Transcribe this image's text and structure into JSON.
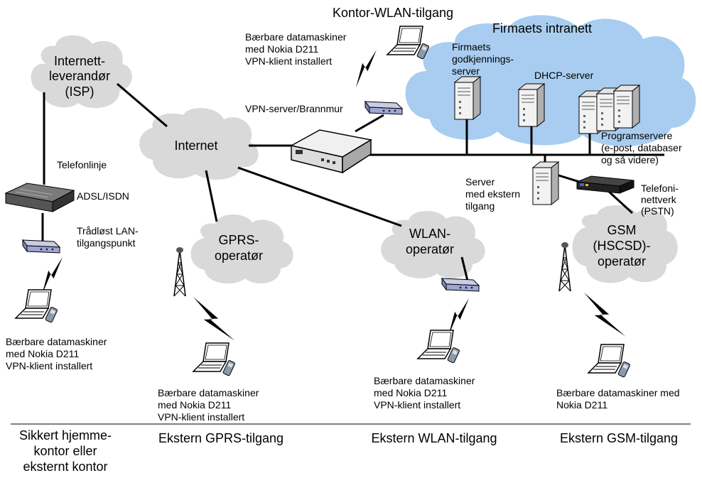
{
  "colors": {
    "cloud_gray": "#d9d9d9",
    "intranet_blue": "#a8cdf0",
    "line": "#000000"
  },
  "titles": {
    "office_wlan": "Kontor-WLAN-tilgang",
    "intranet": "Firmaets intranett"
  },
  "clouds": {
    "isp": [
      "Internett-",
      "leverandør",
      "(ISP)"
    ],
    "internet": "Internet",
    "gprs": [
      "GPRS-",
      "operatør"
    ],
    "wlan": [
      "WLAN-",
      "operatør"
    ],
    "gsm": [
      "GSM",
      "(HSCSD)-",
      "operatør"
    ]
  },
  "labels": {
    "laptops_top": [
      "Bærbare datamaskiner",
      "med Nokia D211",
      "VPN-klient installert"
    ],
    "vpn_server": "VPN-server/Brannmur",
    "auth_server": [
      "Firmaets",
      "godkjennings-",
      "server"
    ],
    "dhcp_server": "DHCP-server",
    "app_servers": [
      "Programservere",
      "(e-post, databaser",
      "og så videre)"
    ],
    "ext_server": [
      "Server",
      "med ekstern",
      "tilgang"
    ],
    "pstn": [
      "Telefoni-",
      "nettverk",
      "(PSTN)"
    ],
    "phone_line": "Telefonlinje",
    "adsl": "ADSL/ISDN",
    "wlan_ap": [
      "Trådløst LAN-",
      "tilgangspunkt"
    ],
    "laptops_home": [
      "Bærbare datamaskiner",
      "med Nokia D211",
      "VPN-klient installert"
    ],
    "laptops_gprs": [
      "Bærbare datamaskiner",
      "med Nokia D211",
      "VPN-klient installert"
    ],
    "laptops_wlan": [
      "Bærbare datamaskiner",
      "med Nokia D211",
      "VPN-klient installert"
    ],
    "laptops_gsm": [
      "Bærbare datamaskiner med",
      "Nokia D211"
    ]
  },
  "footer": {
    "home": [
      "Sikkert hjemme-",
      "kontor eller",
      "eksternt kontor"
    ],
    "gprs": "Ekstern GPRS-tilgang",
    "wlan": "Ekstern WLAN-tilgang",
    "gsm": "Ekstern GSM-tilgang"
  }
}
